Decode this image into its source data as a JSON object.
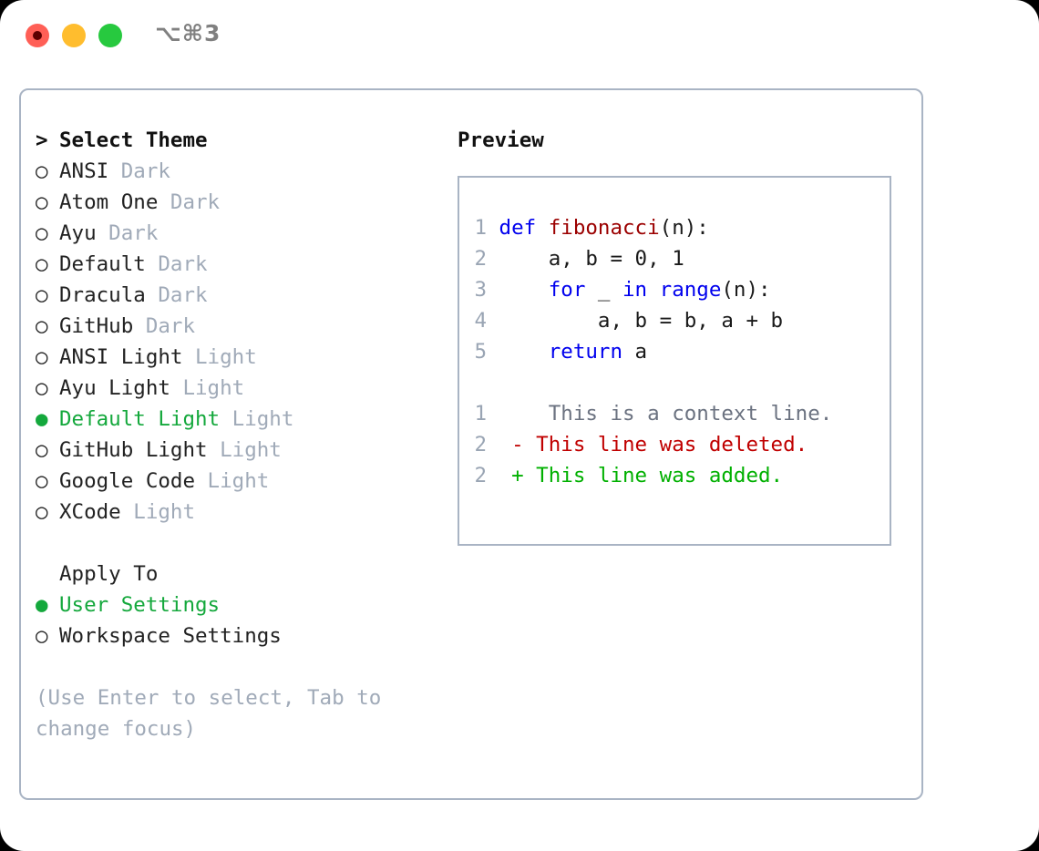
{
  "window": {
    "title": "⌥⌘3",
    "traffic_lights": [
      {
        "name": "close",
        "color": "#FF5F56"
      },
      {
        "name": "minimize",
        "color": "#FFBD2E"
      },
      {
        "name": "zoom",
        "color": "#27C93F"
      }
    ]
  },
  "theme_picker": {
    "header_prefix": ">",
    "header": "Select Theme",
    "marker_unselected": "○",
    "marker_selected": "●",
    "items": [
      {
        "label": "ANSI",
        "kind": "Dark",
        "selected": false
      },
      {
        "label": "Atom One",
        "kind": "Dark",
        "selected": false
      },
      {
        "label": "Ayu",
        "kind": "Dark",
        "selected": false
      },
      {
        "label": "Default",
        "kind": "Dark",
        "selected": false
      },
      {
        "label": "Dracula",
        "kind": "Dark",
        "selected": false
      },
      {
        "label": "GitHub",
        "kind": "Dark",
        "selected": false
      },
      {
        "label": "ANSI Light",
        "kind": "Light",
        "selected": false
      },
      {
        "label": "Ayu Light",
        "kind": "Light",
        "selected": false
      },
      {
        "label": "Default Light",
        "kind": "Light",
        "selected": true
      },
      {
        "label": "GitHub Light",
        "kind": "Light",
        "selected": false
      },
      {
        "label": "Google Code",
        "kind": "Light",
        "selected": false
      },
      {
        "label": "XCode",
        "kind": "Light",
        "selected": false
      }
    ]
  },
  "apply_to": {
    "header": "Apply To",
    "items": [
      {
        "label": "User Settings",
        "selected": true
      },
      {
        "label": "Workspace Settings",
        "selected": false
      }
    ]
  },
  "hint": "(Use Enter to select, Tab to change focus)",
  "preview": {
    "title": "Preview",
    "code_lines": [
      {
        "num": "1",
        "tokens": [
          {
            "t": "def ",
            "c": "kw"
          },
          {
            "t": "fibonacci",
            "c": "fn"
          },
          {
            "t": "(n):",
            "c": "plain"
          }
        ]
      },
      {
        "num": "2",
        "tokens": [
          {
            "t": "    a, b = 0, 1",
            "c": "plain"
          }
        ]
      },
      {
        "num": "3",
        "tokens": [
          {
            "t": "    ",
            "c": "plain"
          },
          {
            "t": "for",
            "c": "kw"
          },
          {
            "t": " _ ",
            "c": "plain"
          },
          {
            "t": "in",
            "c": "kw"
          },
          {
            "t": " ",
            "c": "plain"
          },
          {
            "t": "range",
            "c": "kw"
          },
          {
            "t": "(n):",
            "c": "plain"
          }
        ]
      },
      {
        "num": "4",
        "tokens": [
          {
            "t": "        a, b = b, a + b",
            "c": "plain"
          }
        ]
      },
      {
        "num": "5",
        "tokens": [
          {
            "t": "    ",
            "c": "plain"
          },
          {
            "t": "return",
            "c": "kw"
          },
          {
            "t": " a",
            "c": "plain"
          }
        ]
      }
    ],
    "diff_lines": [
      {
        "num": "1",
        "sign": " ",
        "text": "  This is a context line.",
        "c": "ctx"
      },
      {
        "num": "2",
        "sign": "-",
        "text": " This line was deleted.",
        "c": "del"
      },
      {
        "num": "2",
        "sign": "+",
        "text": " This line was added.",
        "c": "add"
      }
    ]
  },
  "colors": {
    "accent_green": "#14A83C",
    "muted": "#A0AAB8",
    "border": "#A9B4C4",
    "keyword_blue": "#0000EE",
    "function_red": "#9B0000",
    "diff_add": "#00B000",
    "diff_del": "#C00000"
  }
}
